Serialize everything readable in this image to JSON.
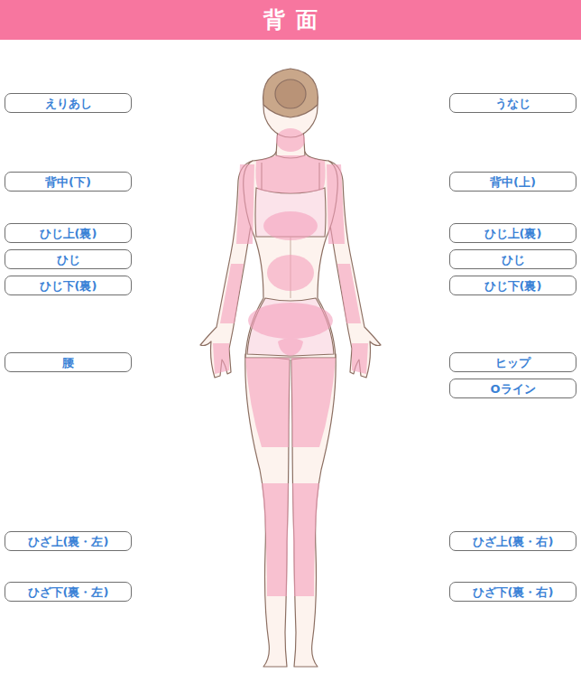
{
  "diagram": {
    "title": "背面",
    "nodes": [
      {
        "text": [
          "えりあし"
        ]
      },
      {
        "text": [
          "うなじ"
        ]
      },
      {
        "text": [
          "背中(下)"
        ]
      },
      {
        "text": [
          "背中(上)"
        ]
      },
      {
        "text": [
          "ひじ上(裏)"
        ]
      },
      {
        "text": [
          "ひじ上(裏)"
        ]
      },
      {
        "text": [
          "ひじ"
        ]
      },
      {
        "text": [
          "ひじ"
        ]
      },
      {
        "text": [
          "ひじ下(裏)"
        ]
      },
      {
        "text": [
          "ひじ下(裏)"
        ]
      },
      {
        "text": [
          "腰"
        ]
      },
      {
        "text": [
          "ヒップ"
        ]
      },
      {
        "text": [
          "Oライン"
        ]
      },
      {
        "text": [
          "ひざ上(裏・左)"
        ]
      },
      {
        "text": [
          "ひざ上(裏・右)"
        ]
      },
      {
        "text": [
          "ひざ下(裏・左)"
        ]
      },
      {
        "text": [
          "ひざ下(裏・右)"
        ]
      }
    ]
  }
}
